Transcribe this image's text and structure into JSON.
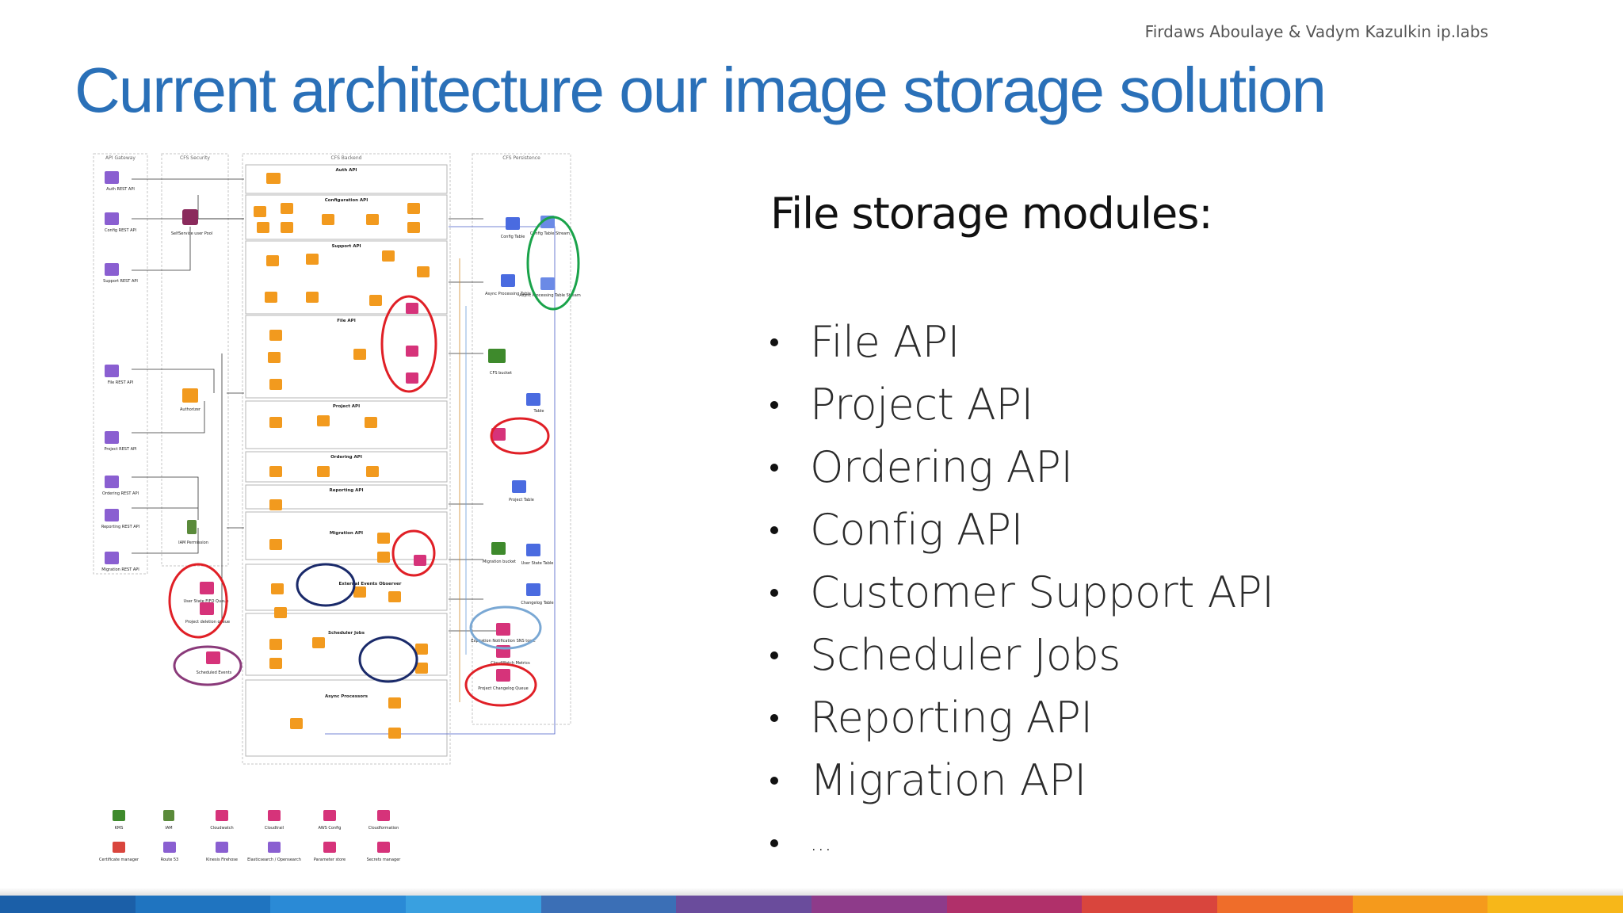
{
  "header": {
    "author": "Firdaws Aboulaye & Vadym Kazulkin ip.labs",
    "title": "Current architecture our image storage solution"
  },
  "modules": {
    "heading": "File storage modules:",
    "items": [
      "File API",
      "Project API",
      "Ordering API",
      "Config API",
      "Customer Support API",
      "Scheduler Jobs",
      "Reporting API",
      "Migration API",
      "..."
    ]
  },
  "diagram": {
    "columns": [
      "API Gateway",
      "CFS Security",
      "CFS Backend",
      "CFS Persistence"
    ],
    "gateways": [
      "Auth REST API",
      "Config REST API",
      "Support REST API",
      "File REST API",
      "Project REST API",
      "Ordering REST API",
      "Reporting REST API",
      "Migration REST API"
    ],
    "security": [
      "SelfService user Pool",
      "Authorizer",
      "IAM Permission"
    ],
    "groups": [
      "Auth API",
      "Configuration API",
      "Support API",
      "File API",
      "Project API",
      "Ordering API",
      "Reporting API",
      "Migration API",
      "External Events Observer",
      "Scheduler Jobs",
      "Async Processors"
    ],
    "persistence": [
      "Config Table",
      "Config Table Stream",
      "Async Processing Table",
      "Async Processing Table Stream",
      "CFS bucket",
      "Table",
      "Project Table",
      "Migration bucket",
      "User State Table",
      "Changelog Table"
    ],
    "queues": [
      "User State FIFO Queue",
      "Project deletion queue",
      "Scheduled Events",
      "Expiration Notification SNS topic",
      "CloudWatch Metrics",
      "Project Changelog Queue"
    ],
    "legend": [
      "KMS",
      "IAM",
      "Cloudwatch",
      "Cloudtrail",
      "AWS Config",
      "Cloudformation",
      "Certificate manager",
      "Route 53",
      "Kinesis Firehose",
      "Elasticsearch / Opensearch",
      "Parameter store",
      "Secrets manager"
    ]
  },
  "colors": {
    "title": "#2a70b8",
    "footer": [
      "#1b5fa8",
      "#1f74c0",
      "#2a8ad6",
      "#39a0e0",
      "#3b6fb6",
      "#6a4c9c",
      "#8e3b8a",
      "#b0306a",
      "#d9453d",
      "#ef6d2a",
      "#f59a1c",
      "#f7b719"
    ]
  }
}
